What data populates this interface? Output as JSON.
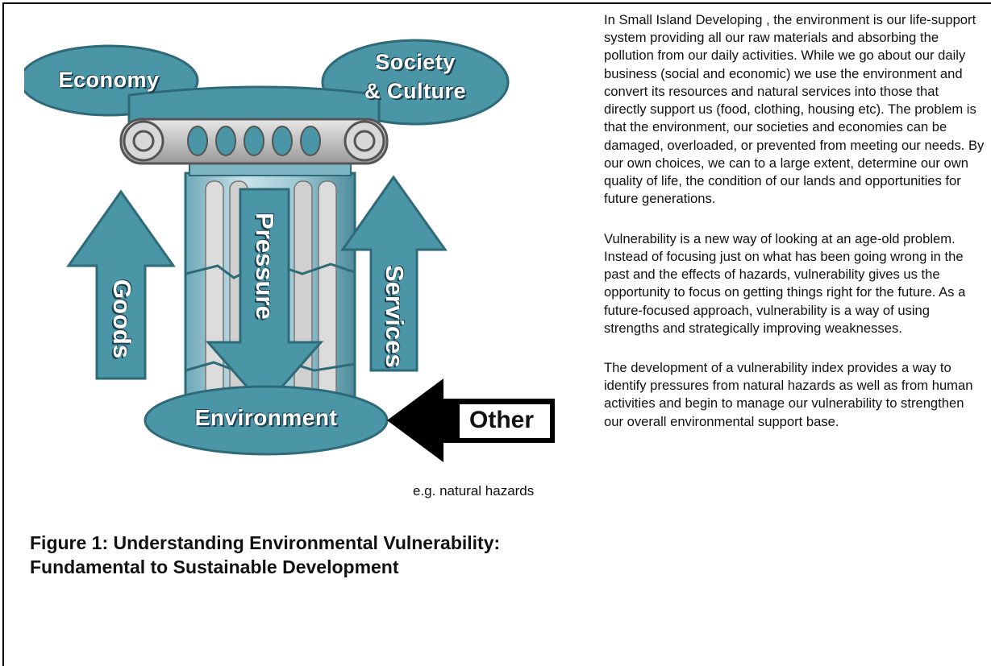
{
  "diagram": {
    "ovals": {
      "economy": "Economy",
      "society_line1": "Society",
      "society_line2": "& Culture",
      "environment": "Environment"
    },
    "arrows": {
      "goods": "Goods",
      "pressure": "Pressure",
      "services": "Services",
      "other": "Other"
    },
    "other_note": "e.g. natural hazards",
    "colors": {
      "teal": "#4a96a6",
      "teal_dark": "#2e6a78",
      "pillar": "#9fc9d3",
      "black": "#000000"
    }
  },
  "figure_title_line1": "Figure 1: Understanding Environmental Vulnerability:",
  "figure_title_line2": "Fundamental to Sustainable Development",
  "paragraphs": [
    "In Small Island Developing , the environment is our life-support system providing all our raw materials and absorbing the pollution from our daily activities. While we go about our daily business (social and economic) we use the environment and convert its resources and natural services into those that directly support us (food, clothing, housing etc). The problem is that the environment, our societies and economies can be damaged, overloaded, or prevented from meeting our needs. By our own choices, we can to a large extent, determine our own quality of life, the condition of our lands and opportunities for future generations.",
    "Vulnerability is a new way of looking at an age-old problem. Instead of focusing just on what has been going wrong in the past and the effects of hazards, vulnerability gives us the opportunity to focus on getting things right for the future. As a future-focused approach, vulnerability is a way of using strengths and strategically improving weaknesses.",
    "The development of a vulnerability index provides a way to identify pressures from natural hazards as well as from human activities and begin to manage our vulnerability to strengthen our overall environmental support base."
  ]
}
